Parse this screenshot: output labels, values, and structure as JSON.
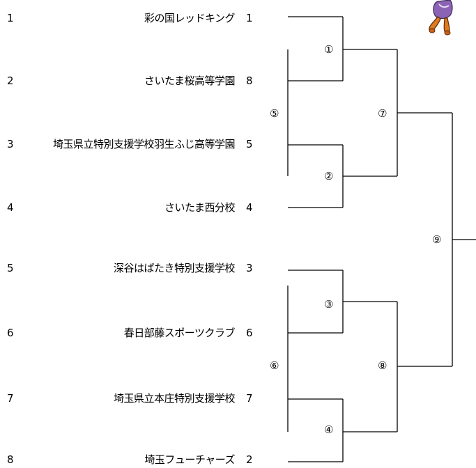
{
  "entries": [
    {
      "num": "1",
      "team": "彩の国レッドキング",
      "seed": "1"
    },
    {
      "num": "2",
      "team": "さいたま桜高等学園",
      "seed": "8"
    },
    {
      "num": "3",
      "team": "埼玉県立特別支援学校羽生ふじ高等学園",
      "seed": "5"
    },
    {
      "num": "4",
      "team": "さいたま西分校",
      "seed": "4"
    },
    {
      "num": "5",
      "team": "深谷はばたき特別支援学校",
      "seed": "3"
    },
    {
      "num": "6",
      "team": "春日部藤スポーツクラブ",
      "seed": "6"
    },
    {
      "num": "7",
      "team": "埼玉県立本庄特別支援学校",
      "seed": "7"
    },
    {
      "num": "8",
      "team": "埼玉フューチャーズ",
      "seed": "2"
    }
  ],
  "matches": {
    "m1": "①",
    "m2": "②",
    "m3": "③",
    "m4": "④",
    "m5": "⑤",
    "m6": "⑥",
    "m7": "⑦",
    "m8": "⑧",
    "m9": "⑨"
  },
  "mascot": {
    "icon": "mascot-character-icon"
  }
}
